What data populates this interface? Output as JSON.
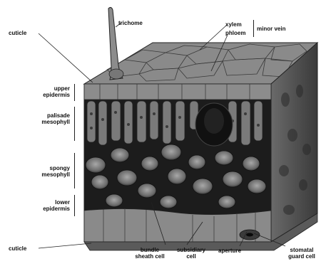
{
  "labels": {
    "cuticle_top": "cuticle",
    "trichome": "trichome",
    "xylem": "xylem",
    "phloem": "phloem",
    "minor_vein": "minor vein",
    "upper_epidermis_1": "upper",
    "upper_epidermis_2": "epidermis",
    "palisade_1": "palisade",
    "palisade_2": "mesophyll",
    "spongy_1": "spongy",
    "spongy_2": "mesophyll",
    "lower_epidermis_1": "lower",
    "lower_epidermis_2": "epidermis",
    "cuticle_bottom": "cuticle",
    "bundle_1": "bundle",
    "bundle_2": "sheath cell",
    "subsidiary_1": "subsidiary",
    "subsidiary_2": "cell",
    "aperture": "aperture",
    "stomatal_1": "stomatal",
    "stomatal_2": "guard cell"
  },
  "colors": {
    "tissue_light": "#8f8f8f",
    "tissue_mid": "#5e5e5e",
    "tissue_dark": "#1a1a1a",
    "label": "#111111"
  }
}
